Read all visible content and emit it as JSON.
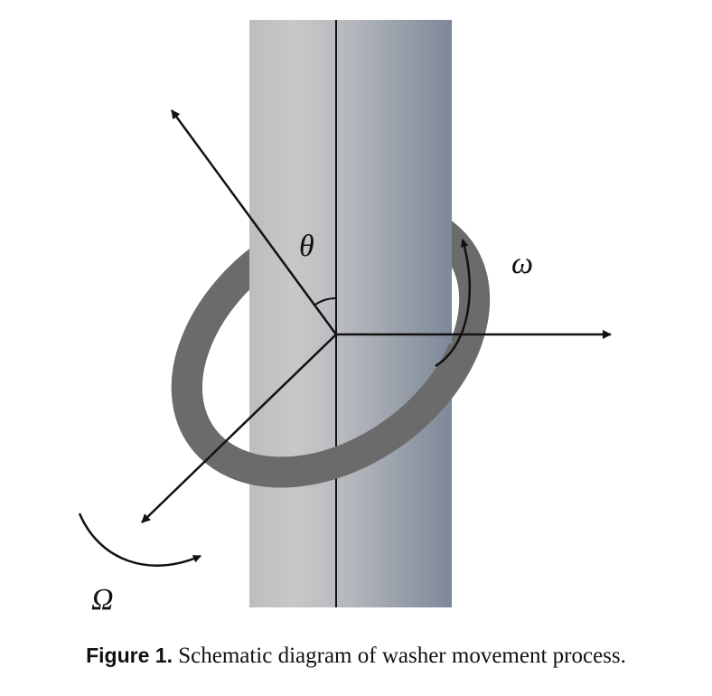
{
  "diagram": {
    "symbols": {
      "theta": "θ",
      "omega": "ω",
      "big_omega": "Ω"
    }
  },
  "caption": {
    "label": "Figure 1.",
    "text": "Schematic diagram of washer movement process."
  },
  "colors": {
    "washer": "#6b6b6b",
    "shaft_light": "#c9c9c9",
    "shaft_dark": "#7e8a9a",
    "lines": "#111111"
  }
}
